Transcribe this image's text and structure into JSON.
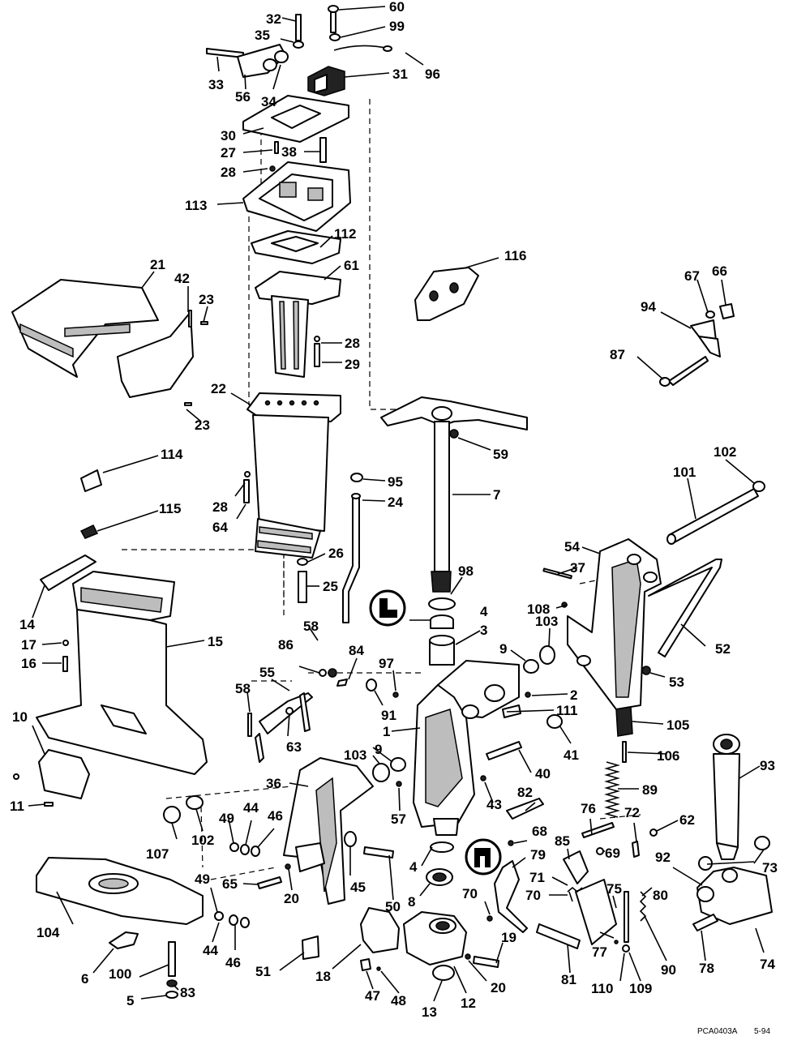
{
  "callouts": [
    {
      "id": "c60",
      "text": "60"
    },
    {
      "id": "c99",
      "text": "99"
    },
    {
      "id": "c32",
      "text": "32"
    },
    {
      "id": "c35",
      "text": "35"
    },
    {
      "id": "c96",
      "text": "96"
    },
    {
      "id": "c31",
      "text": "31"
    },
    {
      "id": "c33",
      "text": "33"
    },
    {
      "id": "c56",
      "text": "56"
    },
    {
      "id": "c34",
      "text": "34"
    },
    {
      "id": "c30",
      "text": "30"
    },
    {
      "id": "c27",
      "text": "27"
    },
    {
      "id": "c38",
      "text": "38"
    },
    {
      "id": "c28a",
      "text": "28"
    },
    {
      "id": "c113",
      "text": "113"
    },
    {
      "id": "c112",
      "text": "112"
    },
    {
      "id": "c61",
      "text": "61"
    },
    {
      "id": "c116",
      "text": "116"
    },
    {
      "id": "c21",
      "text": "21"
    },
    {
      "id": "c42",
      "text": "42"
    },
    {
      "id": "c23a",
      "text": "23"
    },
    {
      "id": "c28b",
      "text": "28"
    },
    {
      "id": "c29",
      "text": "29"
    },
    {
      "id": "c67",
      "text": "67"
    },
    {
      "id": "c66",
      "text": "66"
    },
    {
      "id": "c94",
      "text": "94"
    },
    {
      "id": "c87",
      "text": "87"
    },
    {
      "id": "c22",
      "text": "22"
    },
    {
      "id": "c23b",
      "text": "23"
    },
    {
      "id": "c59",
      "text": "59"
    },
    {
      "id": "c114",
      "text": "114"
    },
    {
      "id": "c95",
      "text": "95"
    },
    {
      "id": "c24",
      "text": "24"
    },
    {
      "id": "c7",
      "text": "7"
    },
    {
      "id": "c28c",
      "text": "28"
    },
    {
      "id": "c64",
      "text": "64"
    },
    {
      "id": "c102a",
      "text": "102"
    },
    {
      "id": "c101",
      "text": "101"
    },
    {
      "id": "c115",
      "text": "115"
    },
    {
      "id": "c26",
      "text": "26"
    },
    {
      "id": "c54",
      "text": "54"
    },
    {
      "id": "c98",
      "text": "98"
    },
    {
      "id": "c37",
      "text": "37"
    },
    {
      "id": "c25",
      "text": "25"
    },
    {
      "id": "c14",
      "text": "14"
    },
    {
      "id": "c4a",
      "text": "4"
    },
    {
      "id": "c108",
      "text": "108"
    },
    {
      "id": "c103a",
      "text": "103"
    },
    {
      "id": "c3",
      "text": "3"
    },
    {
      "id": "c52",
      "text": "52"
    },
    {
      "id": "c58a",
      "text": "58"
    },
    {
      "id": "c17",
      "text": "17"
    },
    {
      "id": "c15",
      "text": "15"
    },
    {
      "id": "c86",
      "text": "86"
    },
    {
      "id": "c84",
      "text": "84"
    },
    {
      "id": "c9a",
      "text": "9"
    },
    {
      "id": "c16",
      "text": "16"
    },
    {
      "id": "c97",
      "text": "97"
    },
    {
      "id": "c53",
      "text": "53"
    },
    {
      "id": "c55",
      "text": "55"
    },
    {
      "id": "c2",
      "text": "2"
    },
    {
      "id": "c58b",
      "text": "58"
    },
    {
      "id": "c91",
      "text": "91"
    },
    {
      "id": "c10",
      "text": "10"
    },
    {
      "id": "c111",
      "text": "111"
    },
    {
      "id": "c1",
      "text": "1"
    },
    {
      "id": "c105",
      "text": "105"
    },
    {
      "id": "c63",
      "text": "63"
    },
    {
      "id": "c41",
      "text": "41"
    },
    {
      "id": "c106",
      "text": "106"
    },
    {
      "id": "c9b",
      "text": "9"
    },
    {
      "id": "c103b",
      "text": "103"
    },
    {
      "id": "c93",
      "text": "93"
    },
    {
      "id": "c36",
      "text": "36"
    },
    {
      "id": "c40",
      "text": "40"
    },
    {
      "id": "c11",
      "text": "11"
    },
    {
      "id": "c89",
      "text": "89"
    },
    {
      "id": "c57",
      "text": "57"
    },
    {
      "id": "c43",
      "text": "43"
    },
    {
      "id": "c49a",
      "text": "49"
    },
    {
      "id": "c44a",
      "text": "44"
    },
    {
      "id": "c46a",
      "text": "46"
    },
    {
      "id": "c82",
      "text": "82"
    },
    {
      "id": "c76",
      "text": "76"
    },
    {
      "id": "c72",
      "text": "72"
    },
    {
      "id": "c62",
      "text": "62"
    },
    {
      "id": "c107",
      "text": "107"
    },
    {
      "id": "c102b",
      "text": "102"
    },
    {
      "id": "c68",
      "text": "68"
    },
    {
      "id": "c85",
      "text": "85"
    },
    {
      "id": "c69",
      "text": "69"
    },
    {
      "id": "c92",
      "text": "92"
    },
    {
      "id": "c4b",
      "text": "4"
    },
    {
      "id": "c79",
      "text": "79"
    },
    {
      "id": "c73",
      "text": "73"
    },
    {
      "id": "c65",
      "text": "65"
    },
    {
      "id": "c45",
      "text": "45"
    },
    {
      "id": "c71",
      "text": "71"
    },
    {
      "id": "c49b",
      "text": "49"
    },
    {
      "id": "c20a",
      "text": "20"
    },
    {
      "id": "c75",
      "text": "75"
    },
    {
      "id": "c80",
      "text": "80"
    },
    {
      "id": "c104",
      "text": "104"
    },
    {
      "id": "c8",
      "text": "8"
    },
    {
      "id": "c70a",
      "text": "70"
    },
    {
      "id": "c70b",
      "text": "70"
    },
    {
      "id": "c50",
      "text": "50"
    },
    {
      "id": "c44b",
      "text": "44"
    },
    {
      "id": "c46b",
      "text": "46"
    },
    {
      "id": "c19",
      "text": "19"
    },
    {
      "id": "c77",
      "text": "77"
    },
    {
      "id": "c90",
      "text": "90"
    },
    {
      "id": "c78",
      "text": "78"
    },
    {
      "id": "c74",
      "text": "74"
    },
    {
      "id": "c6",
      "text": "6"
    },
    {
      "id": "c100",
      "text": "100"
    },
    {
      "id": "c51",
      "text": "51"
    },
    {
      "id": "c18",
      "text": "18"
    },
    {
      "id": "c20b",
      "text": "20"
    },
    {
      "id": "c81",
      "text": "81"
    },
    {
      "id": "c110",
      "text": "110"
    },
    {
      "id": "c109",
      "text": "109"
    },
    {
      "id": "c83",
      "text": "83"
    },
    {
      "id": "c47",
      "text": "47"
    },
    {
      "id": "c48",
      "text": "48"
    },
    {
      "id": "c12",
      "text": "12"
    },
    {
      "id": "c5",
      "text": "5"
    },
    {
      "id": "c13",
      "text": "13"
    }
  ],
  "footer": {
    "code": "PCA0403A",
    "date": "5-94"
  }
}
